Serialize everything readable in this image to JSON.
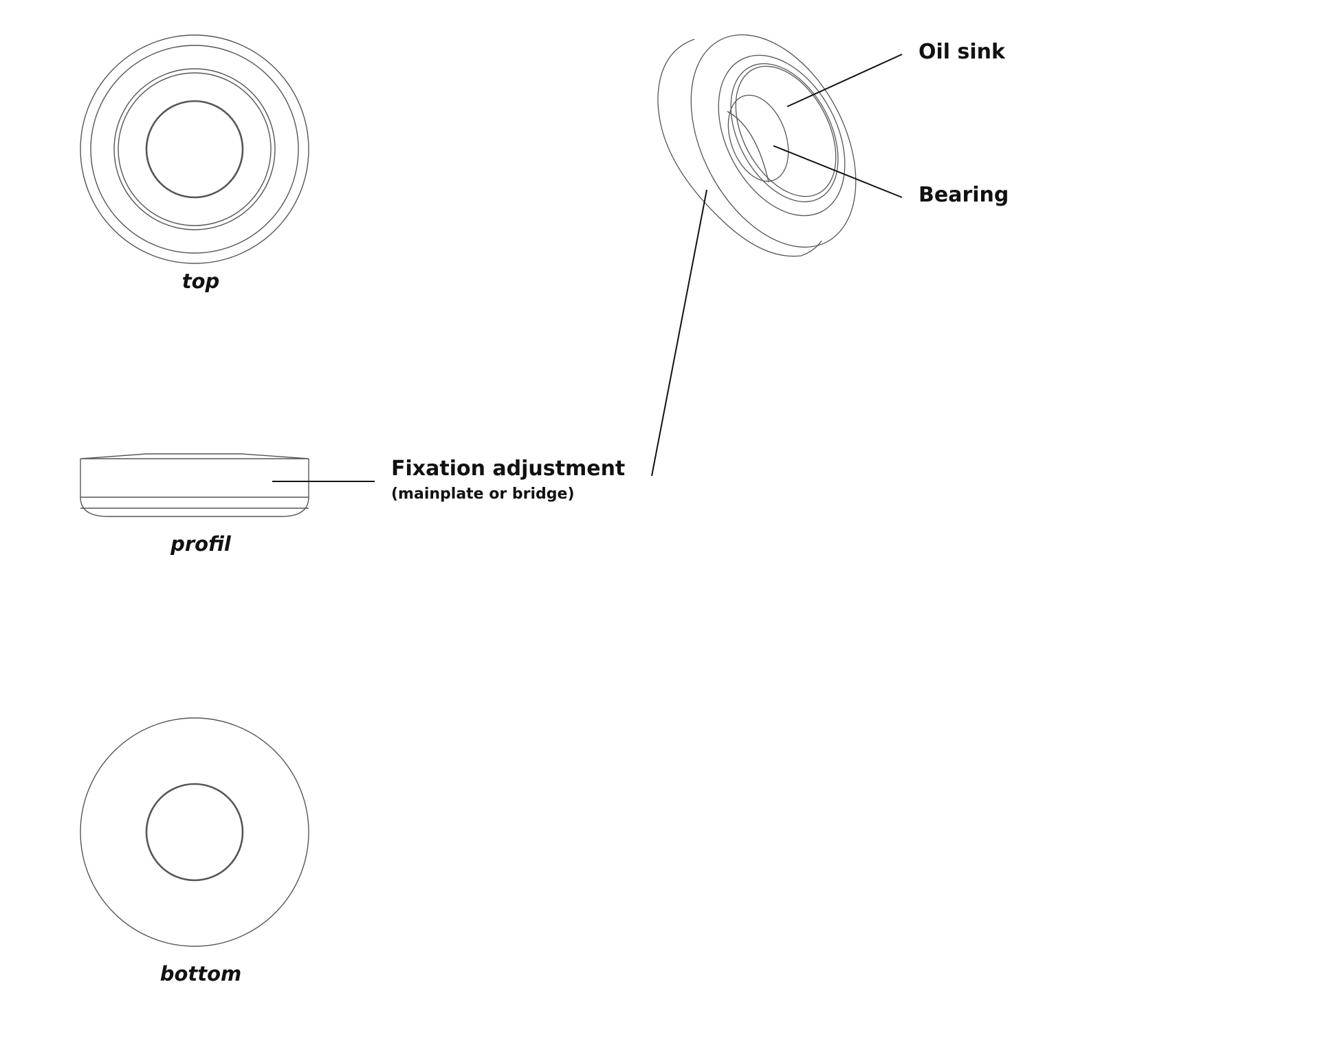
{
  "views": {
    "top": "top",
    "profile": "profil",
    "bottom": "bottom"
  },
  "callouts": {
    "oil_sink": "Oil sink",
    "bearing": "Bearing",
    "fixation": "Fixation adjustment",
    "fixation_sub": "(mainplate or bridge)"
  },
  "colors": {
    "stroke": "#555555",
    "leader": "#111111"
  }
}
